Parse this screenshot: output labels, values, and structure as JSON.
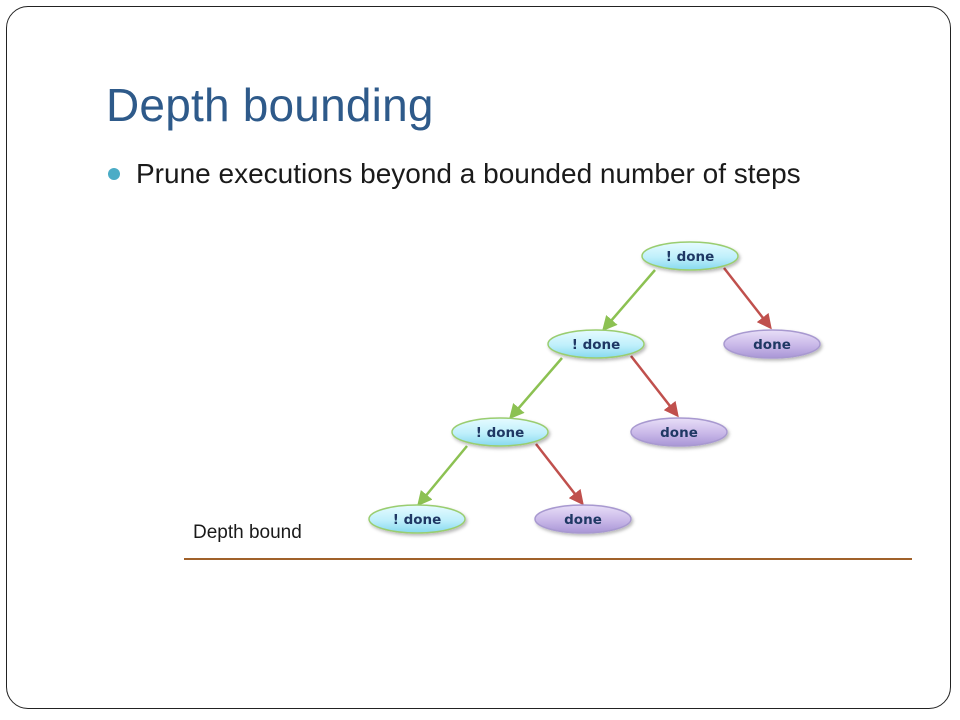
{
  "slide": {
    "title": "Depth bounding",
    "bullet": "Prune executions beyond a bounded number of steps"
  },
  "diagram": {
    "node_labels": {
      "n1": "! done",
      "n2": "! done",
      "n3": "done",
      "n4": "! done",
      "n5": "done",
      "n6": "! done",
      "n7": "done"
    },
    "depth_bound_label": "Depth bound"
  },
  "colors": {
    "title": "#2E5A8A",
    "bullet_dot": "#4BACC6",
    "edge_not_done": "#8CC152",
    "edge_done": "#C0504D",
    "not_done_fill": "#BFEFFB",
    "not_done_stroke": "#9ACD70",
    "done_fill": "#C9B8E8",
    "done_stroke": "#A899D0",
    "node_text": "#1F3864",
    "depth_line": "#A0612A"
  }
}
